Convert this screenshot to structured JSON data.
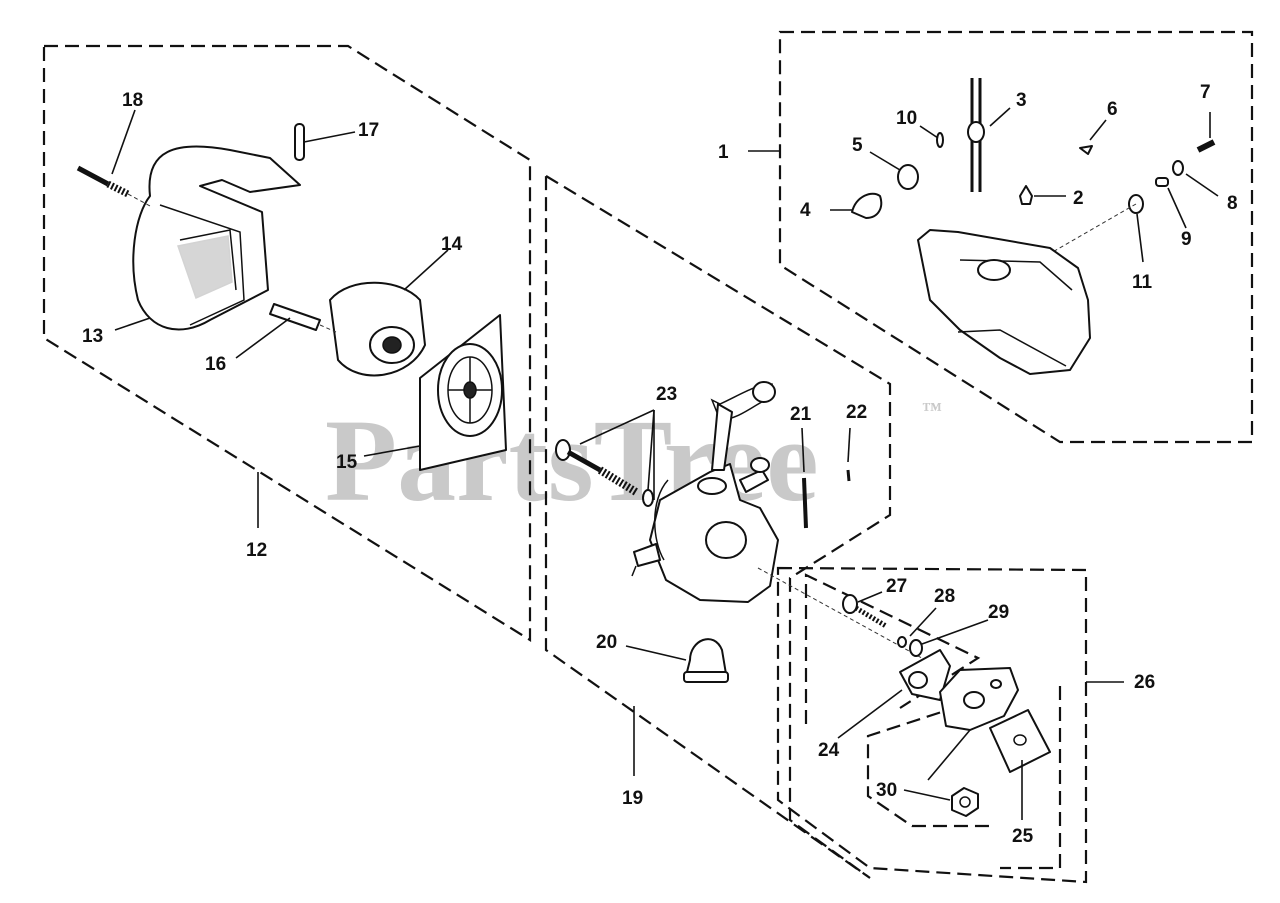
{
  "watermark": {
    "brand": "PartsTree",
    "trademark": "™"
  },
  "callouts": {
    "c1": "1",
    "c2": "2",
    "c3": "3",
    "c4": "4",
    "c5": "5",
    "c6": "6",
    "c7": "7",
    "c8": "8",
    "c9": "9",
    "c10": "10",
    "c11": "11",
    "c12": "12",
    "c13": "13",
    "c14": "14",
    "c15": "15",
    "c16": "16",
    "c17": "17",
    "c18": "18",
    "c19": "19",
    "c20": "20",
    "c21": "21",
    "c22": "22",
    "c23": "23",
    "c24": "24",
    "c25": "25",
    "c26": "26",
    "c27": "27",
    "c28": "28",
    "c29": "29",
    "c30": "30"
  }
}
